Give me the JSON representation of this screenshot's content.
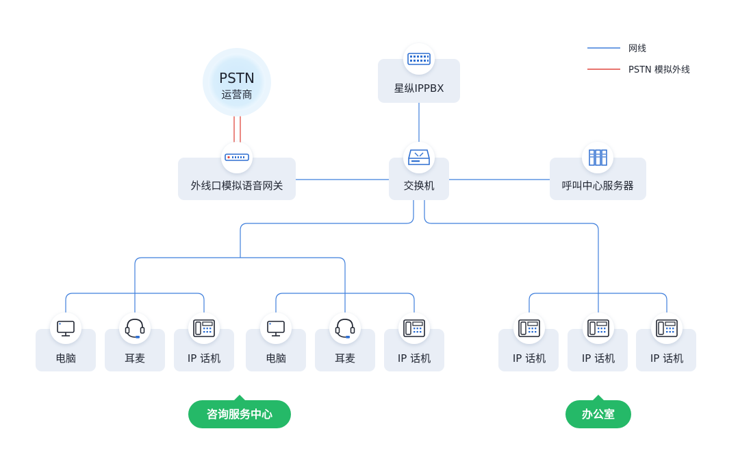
{
  "legend": {
    "items": [
      {
        "label": "网线",
        "color": "#3f7fdc"
      },
      {
        "label": "PSTN 模拟外线",
        "color": "#e0473f"
      }
    ]
  },
  "pstn": {
    "title": "PSTN",
    "subtitle": "运营商"
  },
  "nodes": {
    "ippbx": {
      "label": "星纵IPPBX",
      "icon": "server-rack-icon"
    },
    "gateway": {
      "label": "外线口模拟语音网关",
      "icon": "gateway-icon"
    },
    "switch": {
      "label": "交换机",
      "icon": "switch-icon"
    },
    "callcenter_server": {
      "label": "呼叫中心服务器",
      "icon": "server-cluster-icon"
    }
  },
  "endpoints": [
    {
      "label": "电脑",
      "icon": "computer-icon"
    },
    {
      "label": "耳麦",
      "icon": "headset-icon"
    },
    {
      "label": "IP 话机",
      "icon": "ip-phone-icon"
    },
    {
      "label": "电脑",
      "icon": "computer-icon"
    },
    {
      "label": "耳麦",
      "icon": "headset-icon"
    },
    {
      "label": "IP 话机",
      "icon": "ip-phone-icon"
    },
    {
      "label": "IP 话机",
      "icon": "ip-phone-icon"
    },
    {
      "label": "IP 话机",
      "icon": "ip-phone-icon"
    },
    {
      "label": "IP 话机",
      "icon": "ip-phone-icon"
    }
  ],
  "groups": [
    {
      "label": "咨询服务中心"
    },
    {
      "label": "办公室"
    }
  ]
}
